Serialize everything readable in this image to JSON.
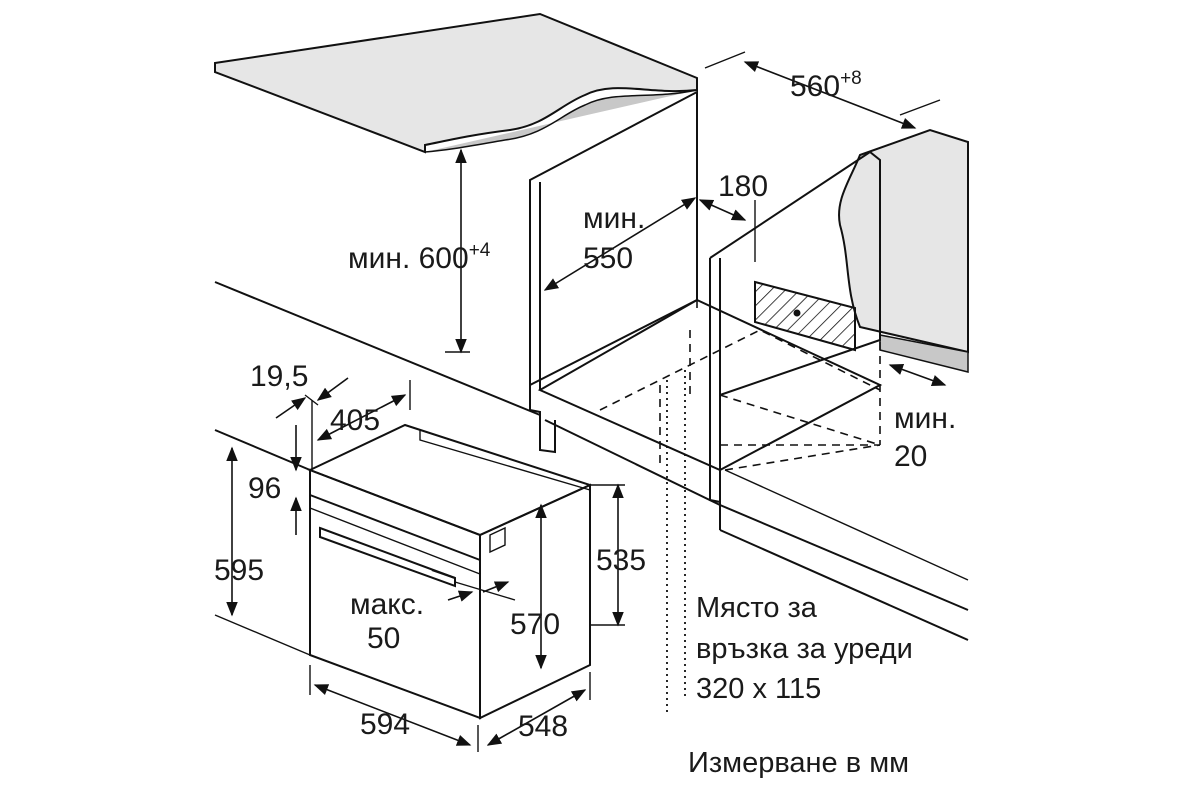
{
  "units_note": "Измерване в мм",
  "connection_note": [
    "Място за",
    "връзка за уреди",
    "320 x 115"
  ],
  "colors": {
    "line": "#111111",
    "countertop": "#e6e6e6",
    "shadow": "#c8c8c8",
    "background": "#ffffff"
  },
  "dimensions": {
    "niche_width": {
      "base": "560",
      "tol": "+8"
    },
    "niche_height": {
      "prefix": "мин. ",
      "base": "600",
      "tol": "+4"
    },
    "niche_depth": [
      "мин.",
      "550"
    ],
    "gap_top": "180",
    "gap_side": [
      "мин.",
      "20"
    ],
    "door_offset": "19,5",
    "panel_depth": "405",
    "top_strip": "96",
    "oven_height": "595",
    "body_height": "535",
    "inner_height": "570",
    "handle_clearance": [
      "макс.",
      "50"
    ],
    "oven_width": "594",
    "oven_depth": "548"
  }
}
